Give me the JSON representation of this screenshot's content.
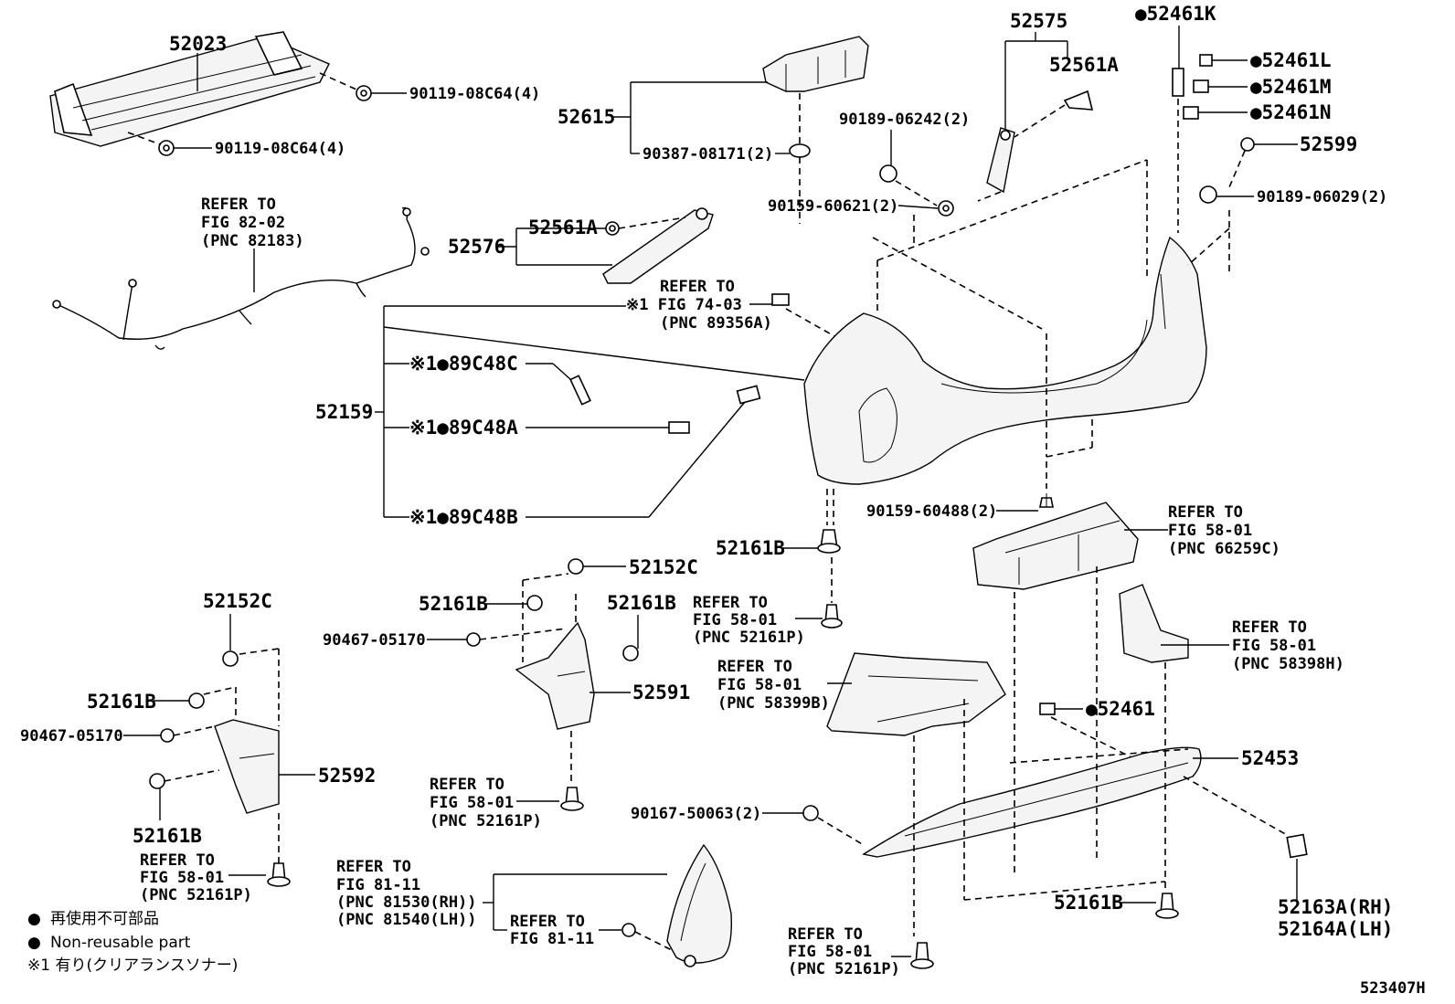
{
  "diagram_id": "523407H",
  "legend": {
    "bullet": "●",
    "jp": "再使用不可部品",
    "en": "Non-reusable part",
    "note_jp": "※1 有り(クリアランスソナー)"
  },
  "labels": {
    "p52023": "52023",
    "p90119a": "90119-08C64(4)",
    "p90119b": "90119-08C64(4)",
    "refer82_1": "REFER TO",
    "refer82_2": "FIG 82-02",
    "refer82_3": "(PNC 82183)",
    "p52561A_l": "52561A",
    "p52576": "52576",
    "p52615": "52615",
    "p90387": "90387-08171(2)",
    "refer74_1": "REFER TO",
    "refer74_2": "※1 FIG 74-03",
    "refer74_3": "(PNC 89356A)",
    "p52159": "52159",
    "p89C48C": "※1●89C48C",
    "p89C48A": "※1●89C48A",
    "p89C48B": "※1●89C48B",
    "p52575": "52575",
    "p52561A_r": "52561A",
    "p90189_06242": "90189-06242(2)",
    "p90159_60621": "90159-60621(2)",
    "p52461K": "●52461K",
    "p52461L": "●52461L",
    "p52461M": "●52461M",
    "p52461N": "●52461N",
    "p52599": "52599",
    "p90189_06029": "90189-06029(2)",
    "p90159_60488": "90159-60488(2)",
    "refer66_1": "REFER TO",
    "refer66_2": "FIG 58-01",
    "refer66_3": "(PNC 66259C)",
    "p52161B_c": "52161B",
    "refer52161P_c1": "REFER TO",
    "refer52161P_c2": "FIG 58-01",
    "refer52161P_c3": "(PNC 52161P)",
    "p52152C_m": "52152C",
    "p52161B_m1": "52161B",
    "p52161B_m2": "52161B",
    "p90467_m": "90467-05170",
    "p52591": "52591",
    "refer52161P_m1": "REFER TO",
    "refer52161P_m2": "FIG 58-01",
    "refer52161P_m3": "(PNC 52161P)",
    "refer58399_1": "REFER TO",
    "refer58399_2": "FIG 58-01",
    "refer58399_3": "(PNC 58399B)",
    "refer58398_1": "REFER TO",
    "refer58398_2": "FIG 58-01",
    "refer58398_3": "(PNC 58398H)",
    "p52461": "●52461",
    "p52453": "52453",
    "p52152C_l": "52152C",
    "p52161B_l1": "52161B",
    "p90467_l": "90467-05170",
    "p52592": "52592",
    "p52161B_l2": "52161B",
    "refer52161P_l1": "REFER TO",
    "refer52161P_l2": "FIG 58-01",
    "refer52161P_l3": "(PNC 52161P)",
    "p90167": "90167-50063(2)",
    "refer81_1": "REFER TO",
    "refer81_2": "FIG 81-11",
    "refer81_3": "(PNC 81530(RH))",
    "refer81_4": "(PNC 81540(LH))",
    "refer81b_1": "REFER TO",
    "refer81b_2": "FIG 81-11",
    "refer52161P_b1": "REFER TO",
    "refer52161P_b2": "FIG 58-01",
    "refer52161P_b3": "(PNC 52161P)",
    "p52161B_r": "52161B",
    "p52163A": "52163A(RH)",
    "p52164A": "52164A(LH)"
  }
}
